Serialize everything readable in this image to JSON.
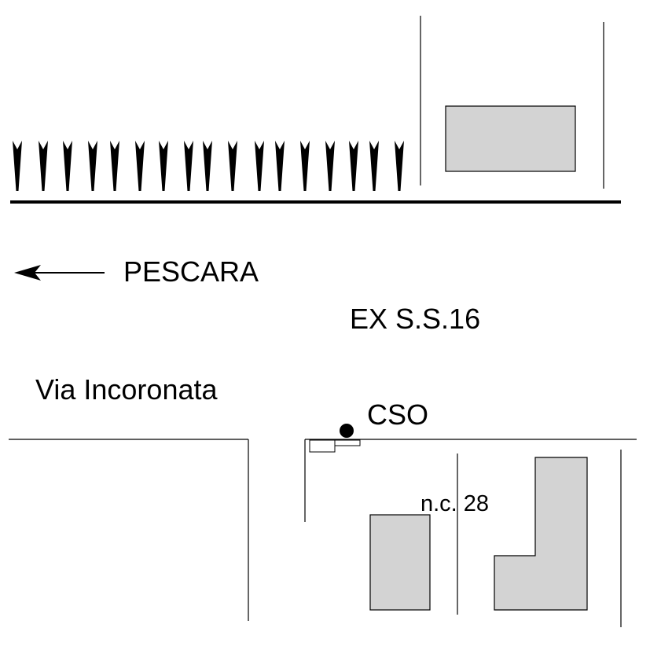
{
  "labels": {
    "direction": "PESCARA",
    "main_road": "EX S.S.16",
    "side_street": "Via Incoronata",
    "point_name": "CSO",
    "house_number": "n.c.  28"
  },
  "icons": {
    "direction_arrow": "left-arrow-icon",
    "tree_row": "hedge-symbol-icon",
    "point_marker": "filled-circle-icon"
  },
  "colors": {
    "ink": "#000000",
    "building_fill": "#d3d3d3",
    "background": "#ffffff"
  },
  "counts": {
    "hedge_spikes": 17
  }
}
